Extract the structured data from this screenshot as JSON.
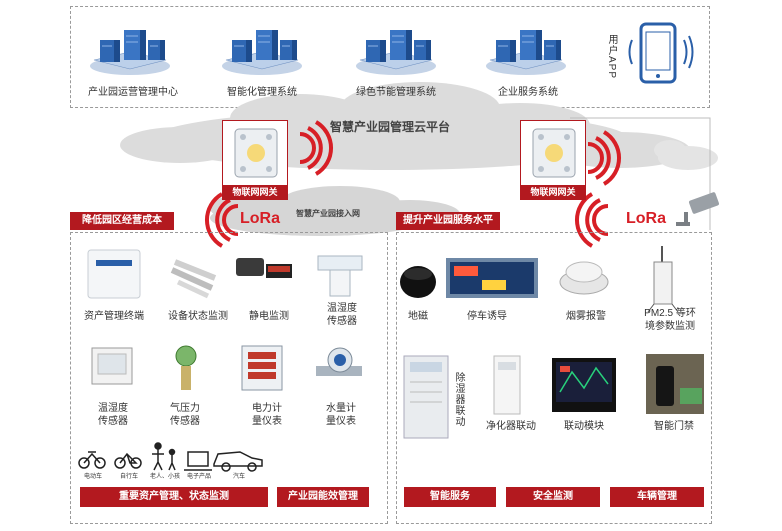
{
  "systems": [
    {
      "label": "产业园运营管理中心",
      "icon": "server-cluster-icon"
    },
    {
      "label": "智能化管理系统",
      "icon": "server-cluster-icon"
    },
    {
      "label": "绿色节能管理系统",
      "icon": "server-cluster-icon"
    },
    {
      "label": "企业服务系统",
      "icon": "server-cluster-icon"
    }
  ],
  "app_label": "用户APP",
  "cloud_platform": "智慧产业园管理云平台",
  "access_network": "智慧产业园接入网",
  "gateway_label": "物联网网关",
  "lora": "LoRa",
  "left_section": {
    "title": "降低园区经营成本",
    "row1": [
      "资产管理终端",
      "设备状态监测",
      "静电监测"
    ],
    "row1_last": [
      "温湿度",
      "传感器"
    ],
    "row2": [
      [
        "温湿度",
        "传感器"
      ],
      [
        "气压力",
        "传感器"
      ],
      [
        "电力计",
        "量仪表"
      ],
      [
        "水量计",
        "量仪表"
      ]
    ],
    "assets": [
      "电动车",
      "自行车",
      "老人、小孩",
      "电子产品",
      "汽车"
    ],
    "buttons": [
      "重要资产管理、状态监测",
      "产业园能效管理"
    ]
  },
  "right_section": {
    "title": "提升产业园服务水平",
    "row1": [
      "地磁",
      "停车诱导",
      "烟雾报警"
    ],
    "row1_last": [
      "PM2.5 等环",
      "境参数监测"
    ],
    "dehumidifier": "除湿器联动",
    "row2": [
      "净化器联动",
      "联动模块",
      "智能门禁"
    ],
    "buttons": [
      "智能服务",
      "安全监测",
      "车辆管理"
    ]
  },
  "colors": {
    "accent": "#b3191f",
    "lora": "#d71f26",
    "server_blue": "#2a5fa8",
    "cloud": "#dcdcdc"
  }
}
